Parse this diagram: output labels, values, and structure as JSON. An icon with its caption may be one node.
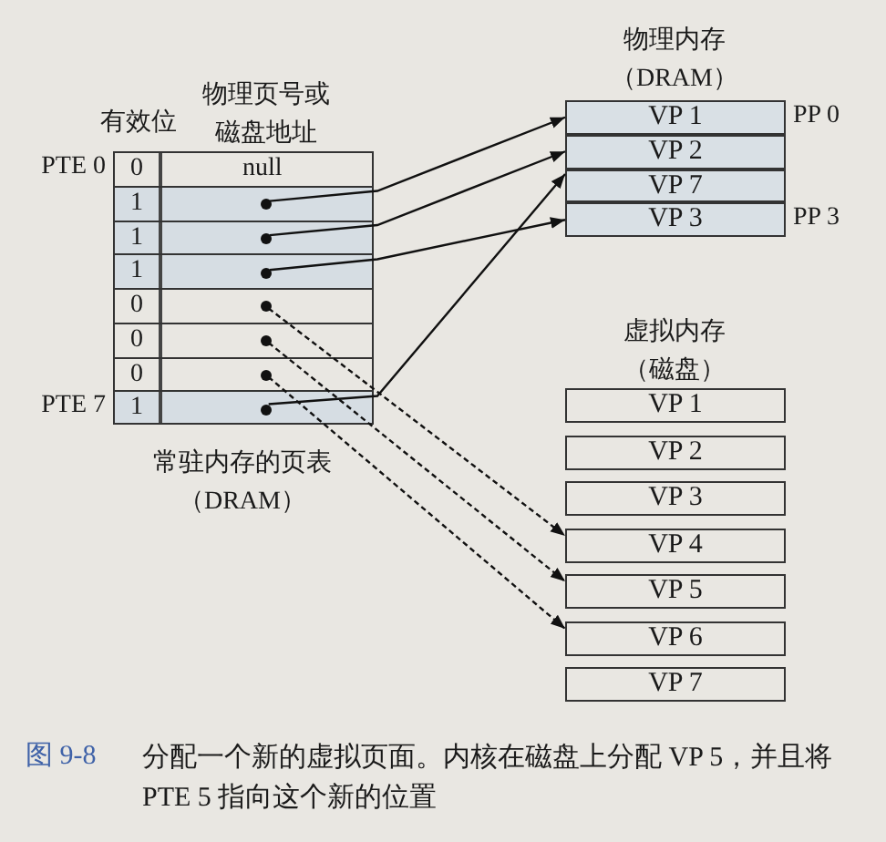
{
  "diagram": {
    "caption": "分配一个新的虚拟页面。内核在磁盘上分配 VP 5，并且将 PTE 5 指向这个新的位置",
    "nodes": [
      {
        "text": [
          "0",
          "null"
        ],
        "beside": [
          "PTE 0"
        ]
      },
      {
        "text": [
          "1"
        ]
      },
      {
        "text": [
          "1"
        ]
      },
      {
        "text": [
          "1"
        ]
      },
      {
        "text": [
          "0"
        ]
      },
      {
        "text": [
          "0"
        ]
      },
      {
        "text": [
          "0"
        ]
      },
      {
        "text": [
          "1"
        ],
        "beside": [
          "PTE 7"
        ]
      },
      {
        "text": [],
        "shape": "circle",
        "in": 1
      },
      {
        "text": [],
        "shape": "circle",
        "in": 2
      },
      {
        "text": [],
        "shape": "circle",
        "in": 3
      },
      {
        "text": [],
        "shape": "circle",
        "in": 4
      },
      {
        "text": [],
        "shape": "circle",
        "in": 5
      },
      {
        "text": [],
        "shape": "circle",
        "in": 6
      },
      {
        "text": [],
        "shape": "circle",
        "in": 7
      },
      {
        "text": [
          "VP 1"
        ],
        "beside": [
          "PP 0"
        ]
      },
      {
        "text": [
          "VP 2"
        ]
      },
      {
        "text": [
          "VP 7"
        ]
      },
      {
        "text": [
          "VP 3"
        ],
        "beside": [
          "PP 3"
        ]
      },
      {
        "text": [
          "VP 1"
        ]
      },
      {
        "text": [
          "VP 2"
        ]
      },
      {
        "text": [
          "VP 3"
        ]
      },
      {
        "text": [
          "VP 4"
        ]
      },
      {
        "text": [
          "VP 5"
        ]
      },
      {
        "text": [
          "VP 6"
        ]
      },
      {
        "text": [
          "VP 7"
        ]
      }
    ],
    "edges": [
      {
        "from": 8,
        "to": 15,
        "arrow": "to"
      },
      {
        "from": 9,
        "to": 16,
        "arrow": "to"
      },
      {
        "from": 10,
        "to": 18,
        "arrow": "to"
      },
      {
        "from": 14,
        "to": 17,
        "arrow": "to"
      },
      {
        "from": 11,
        "to": 22,
        "arrow": "to",
        "style": "dashed"
      },
      {
        "from": 12,
        "to": 23,
        "arrow": "to",
        "style": "dashed"
      },
      {
        "from": 13,
        "to": 24,
        "arrow": "to",
        "style": "dashed"
      }
    ],
    "labels": [
      "物理内存（DRAM）",
      "物理页号或磁盘地址",
      "有效位",
      "虚拟内存（磁盘）",
      "常驻内存的页表（DRAM）",
      "图 9-8"
    ]
  }
}
